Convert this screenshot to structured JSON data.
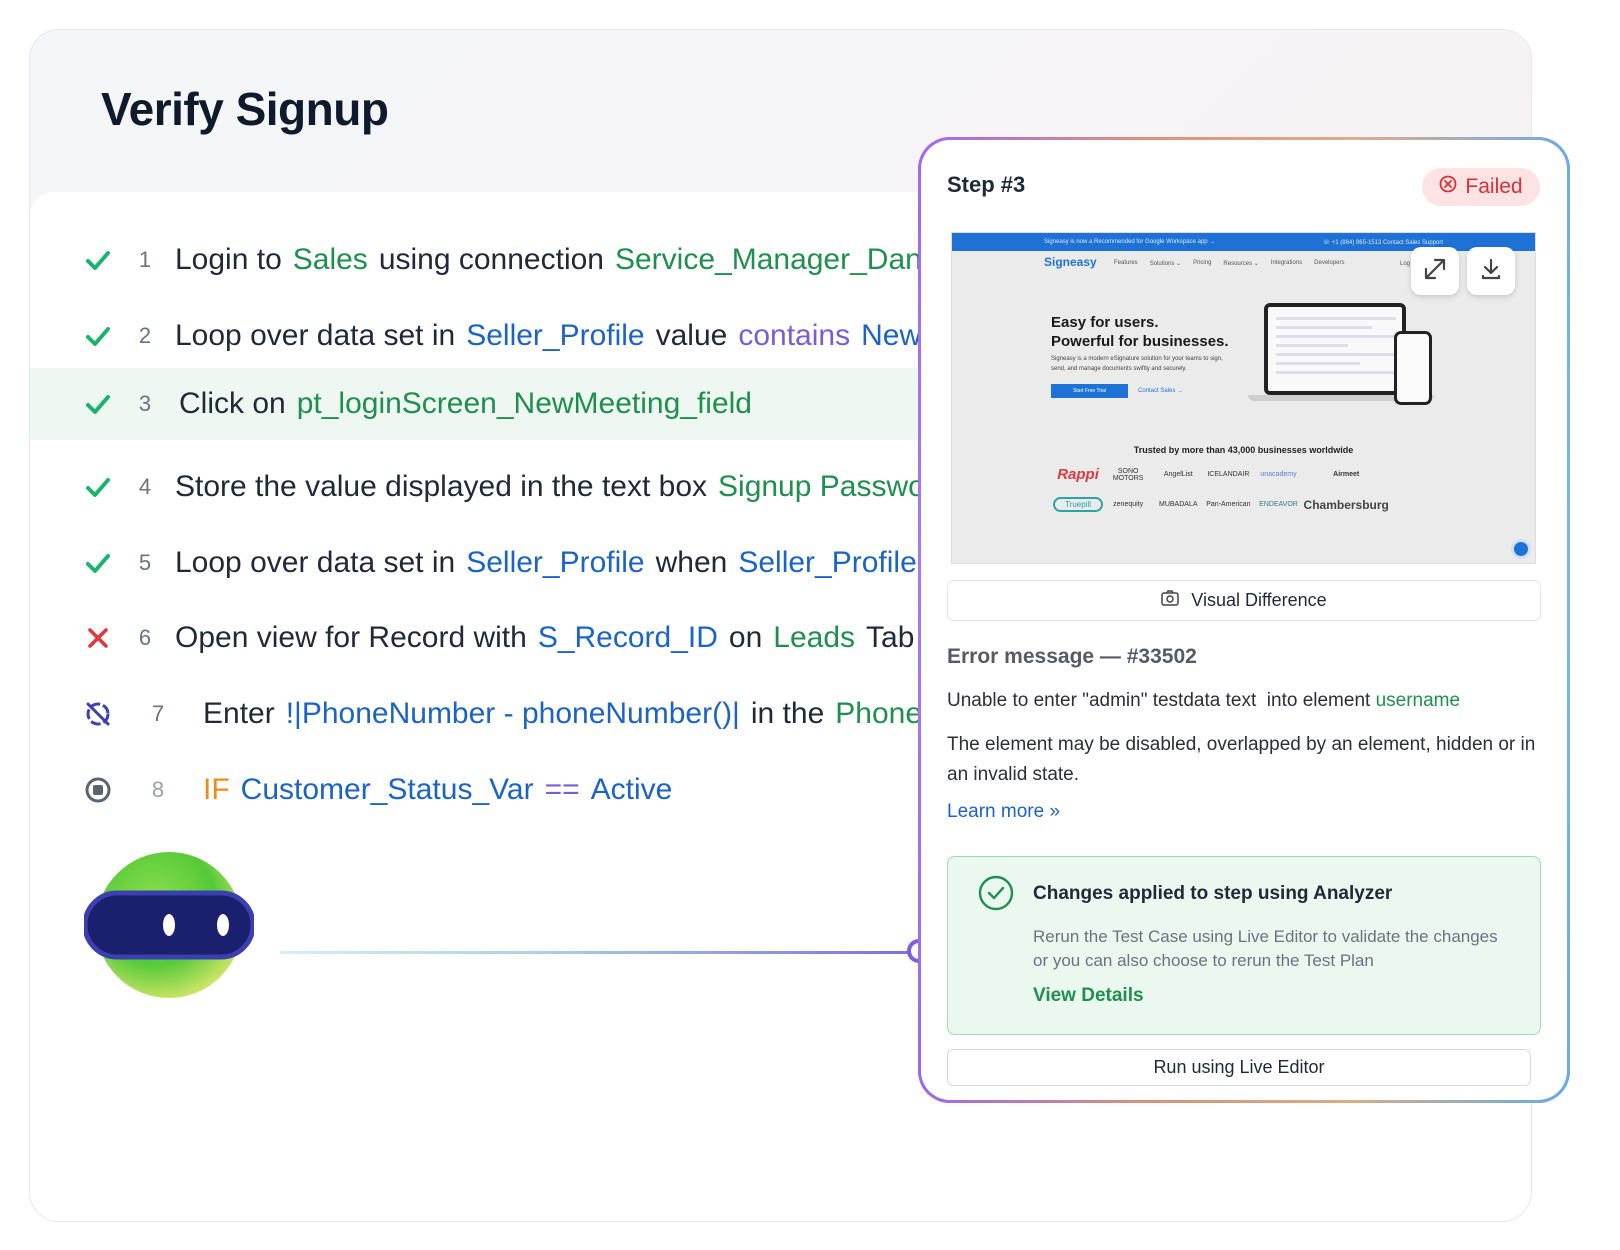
{
  "page": {
    "title": "Verify Signup"
  },
  "steps": [
    {
      "num": "1",
      "status": "passed",
      "parts": [
        {
          "text": "Login to",
          "style": "plain"
        },
        {
          "text": "Sales",
          "style": "green"
        },
        {
          "text": "using connection",
          "style": "plain"
        },
        {
          "text": "Service_Manager_Dan",
          "style": "green"
        }
      ]
    },
    {
      "num": "2",
      "status": "passed",
      "parts": [
        {
          "text": "Loop over data set in",
          "style": "plain"
        },
        {
          "text": "Seller_Profile",
          "style": "blue"
        },
        {
          "text": "value",
          "style": "plain"
        },
        {
          "text": "contains",
          "style": "purple"
        },
        {
          "text": "New Y",
          "style": "blue"
        }
      ]
    },
    {
      "num": "3",
      "status": "passed",
      "highlight": true,
      "parts": [
        {
          "text": "Click on",
          "style": "plain"
        },
        {
          "text": "pt_loginScreen_NewMeeting_field",
          "style": "green"
        }
      ]
    },
    {
      "num": "4",
      "status": "passed",
      "parts": [
        {
          "text": "Store the value displayed in the text box",
          "style": "plain"
        },
        {
          "text": "Signup Passwor",
          "style": "green"
        }
      ]
    },
    {
      "num": "5",
      "status": "passed",
      "parts": [
        {
          "text": "Loop over data set in",
          "style": "plain"
        },
        {
          "text": "Seller_Profile",
          "style": "blue"
        },
        {
          "text": "when",
          "style": "plain"
        },
        {
          "text": "Seller_Profile.Ci",
          "style": "blue"
        }
      ]
    },
    {
      "num": "6",
      "status": "failed",
      "parts": [
        {
          "text": "Open view for Record with",
          "style": "plain"
        },
        {
          "text": "S_Record_ID",
          "style": "blue"
        },
        {
          "text": "on",
          "style": "plain"
        },
        {
          "text": "Leads",
          "style": "green"
        },
        {
          "text": "Tab",
          "style": "plain"
        }
      ]
    },
    {
      "num": "7",
      "status": "skipped",
      "parts": [
        {
          "text": "Enter",
          "style": "plain"
        },
        {
          "text": "!|PhoneNumber - phoneNumber()|",
          "style": "blue"
        },
        {
          "text": "in the",
          "style": "plain"
        },
        {
          "text": "Phone r",
          "style": "green"
        }
      ]
    },
    {
      "num": "8",
      "status": "stopped",
      "parts": [
        {
          "text": "IF",
          "style": "orange"
        },
        {
          "text": "Customer_Status_Var",
          "style": "blue"
        },
        {
          "text": "==",
          "style": "purple"
        },
        {
          "text": "Active",
          "style": "blue"
        }
      ]
    }
  ],
  "detail": {
    "title": "Step #3",
    "status_label": "Failed",
    "visual_difference_label": "Visual Difference",
    "error_title": "Error message — #33502",
    "error_line1_prefix": "Unable to enter \"admin\" testdata text  into element ",
    "error_element": "username",
    "error_line2": "The element may be disabled, overlapped by an element, hidden or in an invalid state.",
    "learn_more": "Learn more »",
    "analyzer_title": "Changes applied to step using Analyzer",
    "analyzer_desc": "Rerun the Test Case using Live Editor to validate the changes or you can also choose to rerun the Test Plan",
    "analyzer_link": "View Details",
    "run_button": "Run using Live Editor",
    "icons": {
      "status": "x-circle-icon",
      "expand": "expand-icon",
      "download": "download-icon",
      "camera": "camera-icon",
      "check": "check-circle-icon"
    }
  },
  "screenshot": {
    "topbar_left": "Signeasy is now a Recommended for Google Workspace app →",
    "topbar_right": "☏ +1 (864) 965-1513   Contact Sales   Support",
    "brand": "Signeasy",
    "nav": [
      "Features",
      "Solutions ⌄",
      "Pricing",
      "Resources ⌄",
      "Integrations",
      "Developers"
    ],
    "login": "Log In",
    "headline_1": "Easy for users.",
    "headline_2": "Powerful for businesses.",
    "paragraph": "Signeasy is a modern eSignature solution for your teams to sign, send, and manage documents swiftly and securely.",
    "cta_primary": "Start Free Trial",
    "cta_secondary": "Contact Sales →",
    "trusted": "Trusted by more than 43,000 businesses worldwide",
    "logos": [
      "Rappi",
      "SONO MOTORS",
      "AngelList",
      "ICELANDAIR",
      "unacademy",
      "Airmeet",
      "Truepill",
      "zenequity",
      "MUBADALA",
      "Pan-American",
      "ENDEAVOR",
      "Chambersburg"
    ]
  },
  "colors": {
    "accent_green": "#1f8f4e",
    "accent_blue": "#1b63c6",
    "accent_purple": "#7b5cd6",
    "failed_red": "#d9303a",
    "pass_green": "#19b36b"
  }
}
